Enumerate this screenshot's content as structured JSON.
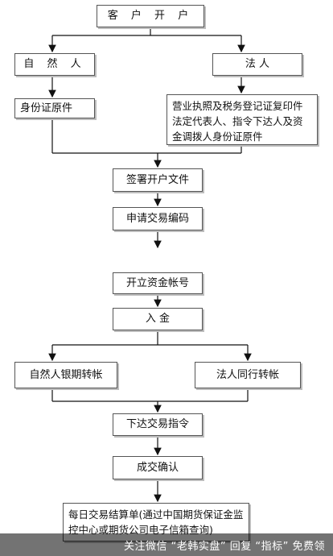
{
  "nodes": {
    "open_account": "客 户 开 户",
    "natural_person": "自 然 人",
    "legal_person": "法    人",
    "id_original": "身份证原件",
    "legal_docs": "营业执照及税务登记证复印件法定代表人、指令下达人及资金调拨人身份证原件",
    "sign_docs": "签署开户文件",
    "apply_code": "申请交易编码",
    "fund_account": "开立资金帐号",
    "deposit": "入    金",
    "natural_transfer": "自然人银期转帐",
    "legal_transfer": "法人同行转帐",
    "place_order": "下达交易指令",
    "confirm_trade": "成交确认",
    "daily_settlement": "每日交易结算单(通过中国期货保证金监控中心或期货公司电子信箱查询)"
  },
  "watermark": {
    "text": "关注微信 “老韩实盘” 回复 “指标” 免费领"
  }
}
